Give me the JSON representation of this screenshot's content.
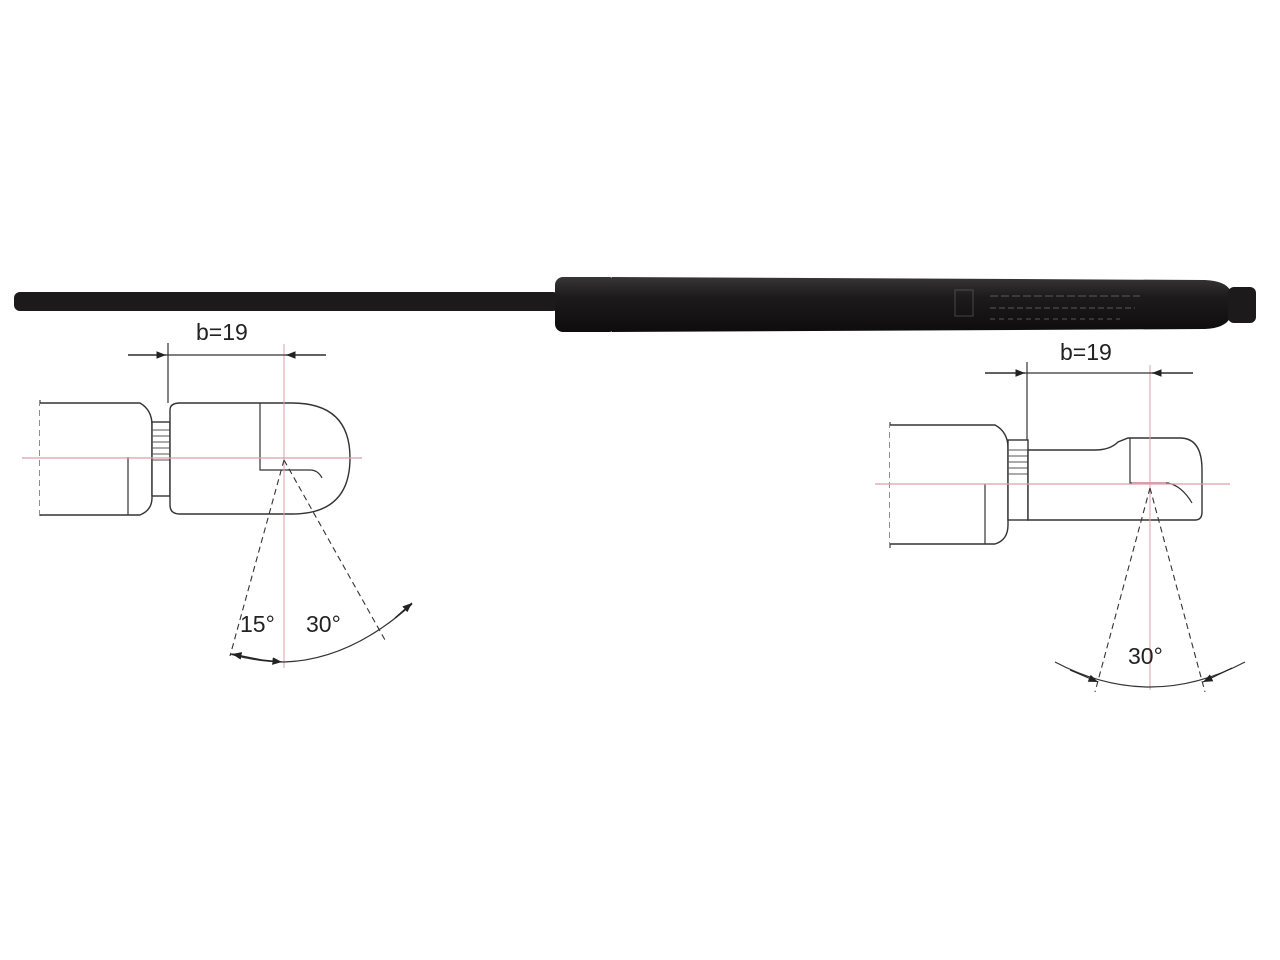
{
  "colors": {
    "body": "#1c1a1b",
    "outline": "#333333",
    "centerline": "#d9a0a8"
  },
  "left_end": {
    "dimension_label": "b=19",
    "angle_label_1": "15°",
    "angle_label_2": "30°"
  },
  "right_end": {
    "dimension_label": "b=19",
    "angle_label": "30°"
  }
}
